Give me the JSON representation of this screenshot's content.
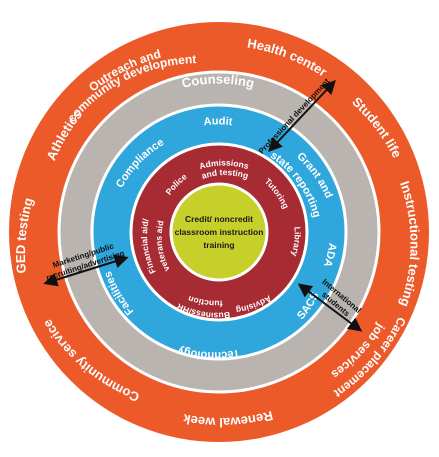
{
  "colors": {
    "outer_ring": "#ec5a2a",
    "gray_ring": "#b9b4af",
    "blue_ring": "#2fa6dc",
    "red_ring": "#a72b33",
    "center": "#c7cf2a",
    "ring_text": "#ffffff",
    "center_text": "#1a1a1a",
    "arrow": "#111111"
  },
  "rings": {
    "outer": {
      "items": [
        "Outreach and",
        "community development",
        "Health center",
        "Student life",
        "Instructional testing",
        "Career placement/",
        "job services",
        "Renewal week",
        "Community service",
        "GED testing",
        "Athletics"
      ]
    },
    "gray": {
      "items": [
        "Counseling"
      ]
    },
    "blue": {
      "items": [
        "Audit",
        "Grant and",
        "state reporting",
        "ADA",
        "SACS",
        "Technology",
        "Facilities",
        "Compliance"
      ]
    },
    "red": {
      "items": [
        "Admissions",
        "and testing",
        "Tutoring",
        "Library",
        "Advising",
        "Business/HR",
        "function",
        "Financial aid/",
        "veterans aid",
        "Police"
      ]
    }
  },
  "center": {
    "lines": [
      "Credit/ noncredit",
      "classroom instruction",
      "training"
    ]
  },
  "arrows": [
    {
      "label": "Professional development"
    },
    {
      "label_line1": "Marketing/public",
      "label_line2": "recruiting/advertising"
    },
    {
      "label_line1": "International",
      "label_line2": "students"
    }
  ]
}
